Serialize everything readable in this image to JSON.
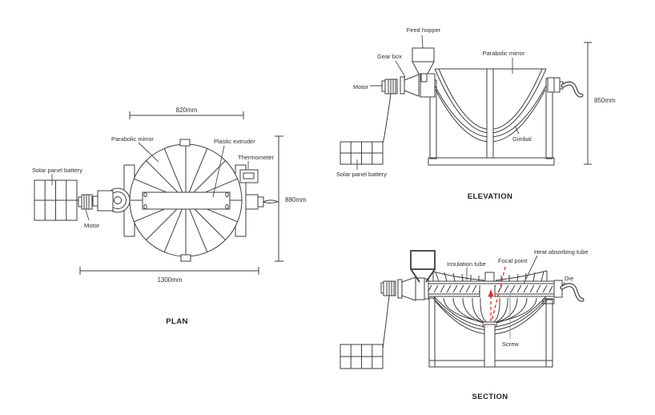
{
  "document": {
    "type": "engineering-diagram",
    "background": "#ffffff"
  },
  "colors": {
    "line": "#3d3d3d",
    "accent_red": "#e02828",
    "text": "#2f2f2f"
  },
  "plan": {
    "title": "PLAN",
    "labels": {
      "parabolic_mirror": "Parabolic mirror",
      "plastic_extruder": "Plastic extruder",
      "thermometer": "Thermometer",
      "solar_panel_battery": "Solar panel battery",
      "motor": "Motor"
    },
    "dimensions": {
      "width": "820mm",
      "depth": "880mm",
      "overall_length": "1300mm"
    }
  },
  "elevation": {
    "title": "ELEVATION",
    "labels": {
      "feed_hopper": "Feed hopper",
      "gear_box": "Gear box",
      "motor": "Motor",
      "parabolic_mirror": "Parabolic mirror",
      "gimbal": "Gimbal",
      "solar_panel_battery": "Solar panel battery"
    },
    "dimensions": {
      "height": "850mm"
    }
  },
  "section": {
    "title": "SECTION",
    "labels": {
      "insulation_tube": "Insulation tube",
      "focal_point": "Focal point",
      "heat_absorbing_tube": "Heat absorbing tube",
      "die": "Die",
      "screw": "Screw"
    }
  }
}
